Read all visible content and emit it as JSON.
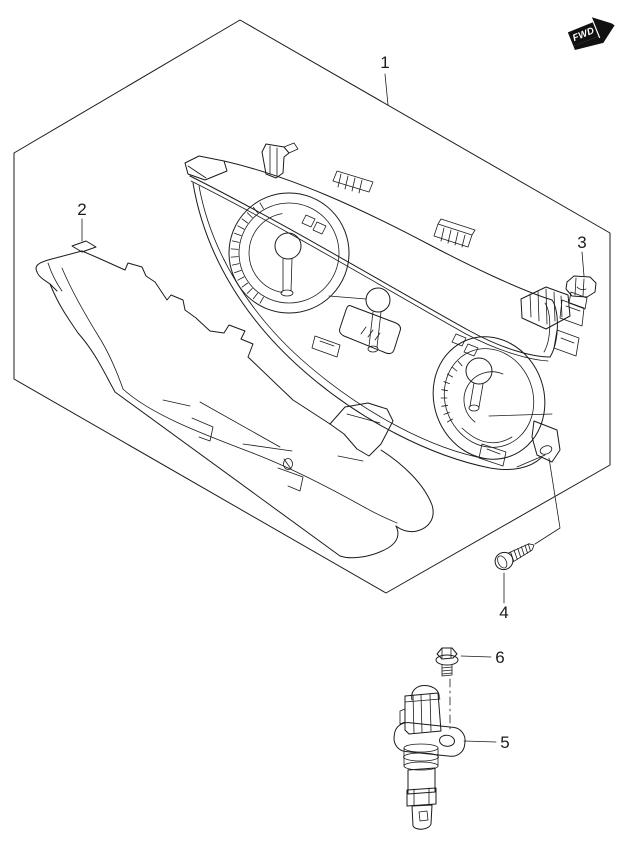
{
  "diagram": {
    "fwd_label": "FWD",
    "callouts": [
      {
        "label": "1"
      },
      {
        "label": "2"
      },
      {
        "label": "3"
      },
      {
        "label": "4"
      },
      {
        "label": "5"
      },
      {
        "label": "6"
      }
    ]
  }
}
